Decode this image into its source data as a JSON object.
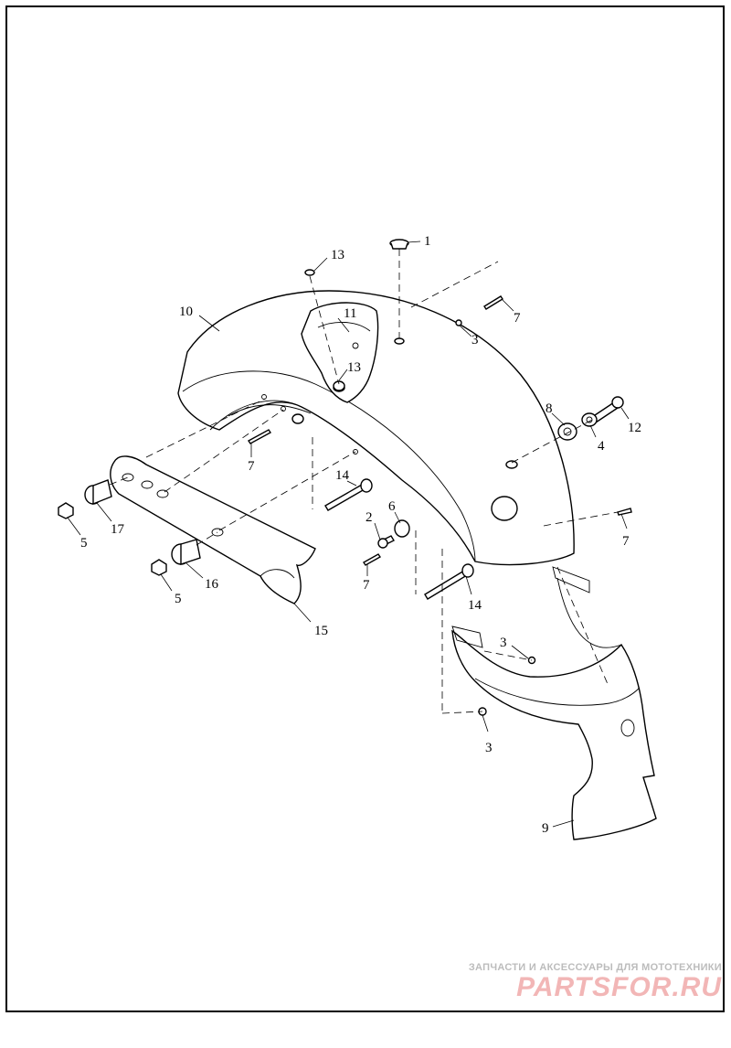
{
  "diagram": {
    "callouts": {
      "c1": "1",
      "c2": "2",
      "c3a": "3",
      "c3b": "3",
      "c3c": "3",
      "c4": "4",
      "c5a": "5",
      "c5b": "5",
      "c6": "6",
      "c7a": "7",
      "c7b": "7",
      "c7c": "7",
      "c7d": "7",
      "c8": "8",
      "c9": "9",
      "c10": "10",
      "c11": "11",
      "c12": "12",
      "c13a": "13",
      "c13b": "13",
      "c14a": "14",
      "c14b": "14",
      "c15": "15",
      "c16": "16",
      "c17": "17"
    }
  },
  "watermark": {
    "tagline": "ЗАПЧАСТИ И АКСЕССУАРЫ ДЛЯ МОТОТЕХНИКИ",
    "logo": "PARTSFOR.RU"
  }
}
